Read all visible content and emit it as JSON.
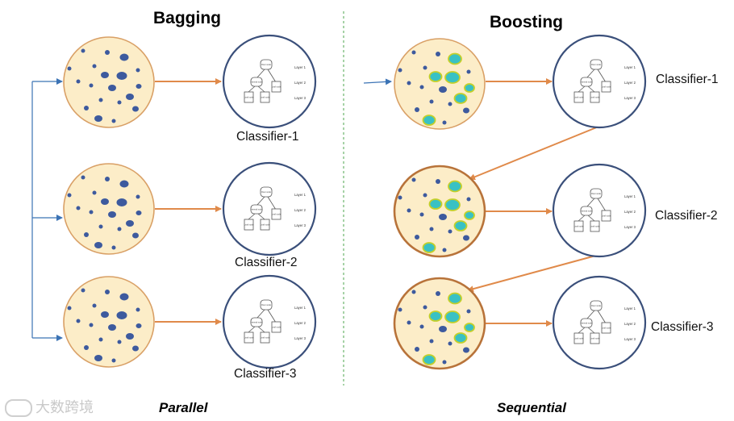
{
  "bagging": {
    "title": "Bagging",
    "mode_label": "Parallel",
    "classifiers": [
      "Classifier-1",
      "Classifier-2",
      "Classifier-3"
    ]
  },
  "boosting": {
    "title": "Boosting",
    "mode_label": "Sequential",
    "classifiers": [
      "Classifier-1",
      "Classifier-2",
      "Classifier-3"
    ]
  },
  "tree": {
    "root": "Root node",
    "internal": "Internal node",
    "leaf": "Leaf node",
    "layers": [
      "Layer 1",
      "Layer 2",
      "Layer 3"
    ]
  },
  "watermark": "大数跨境",
  "colors": {
    "sample_fill": "#fcedc8",
    "sample_border_bagging": "#d9a066",
    "sample_border_boosting_emphasis": "#b8733a",
    "point_fill": "#3d5a9e",
    "weighted_point_fill": "#39c1c4",
    "weighted_point_border": "#c3cf2a",
    "classifier_border": "#3a4f7a",
    "orange_arrow": "#e08a4a",
    "blue_connector": "#3b73b5",
    "divider": "#6bb36b"
  }
}
